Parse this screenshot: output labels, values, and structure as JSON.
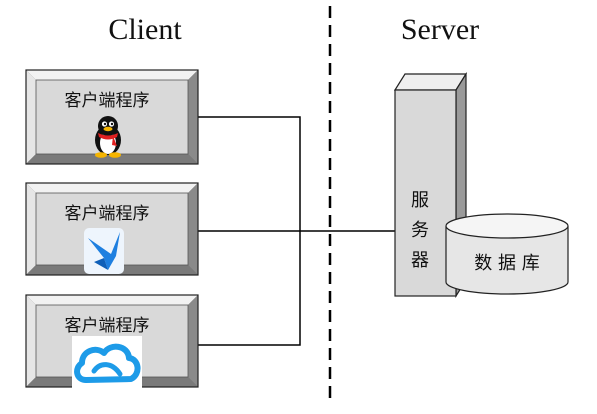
{
  "headings": {
    "client": "Client",
    "server": "Server"
  },
  "clients": [
    {
      "label": "客户端程序",
      "icon": "qq-penguin-icon"
    },
    {
      "label": "客户端程序",
      "icon": "swift-bird-icon"
    },
    {
      "label": "客户端程序",
      "icon": "cloud-icon"
    }
  ],
  "server": {
    "chars": [
      "服",
      "务",
      "器"
    ]
  },
  "database": {
    "label": "数 据 库"
  },
  "colors": {
    "box_face": "#d9d9d9",
    "box_dark": "#6b6b6b",
    "line": "#000000",
    "bird": "#1e7fe0",
    "cloud": "#1d9be8"
  }
}
